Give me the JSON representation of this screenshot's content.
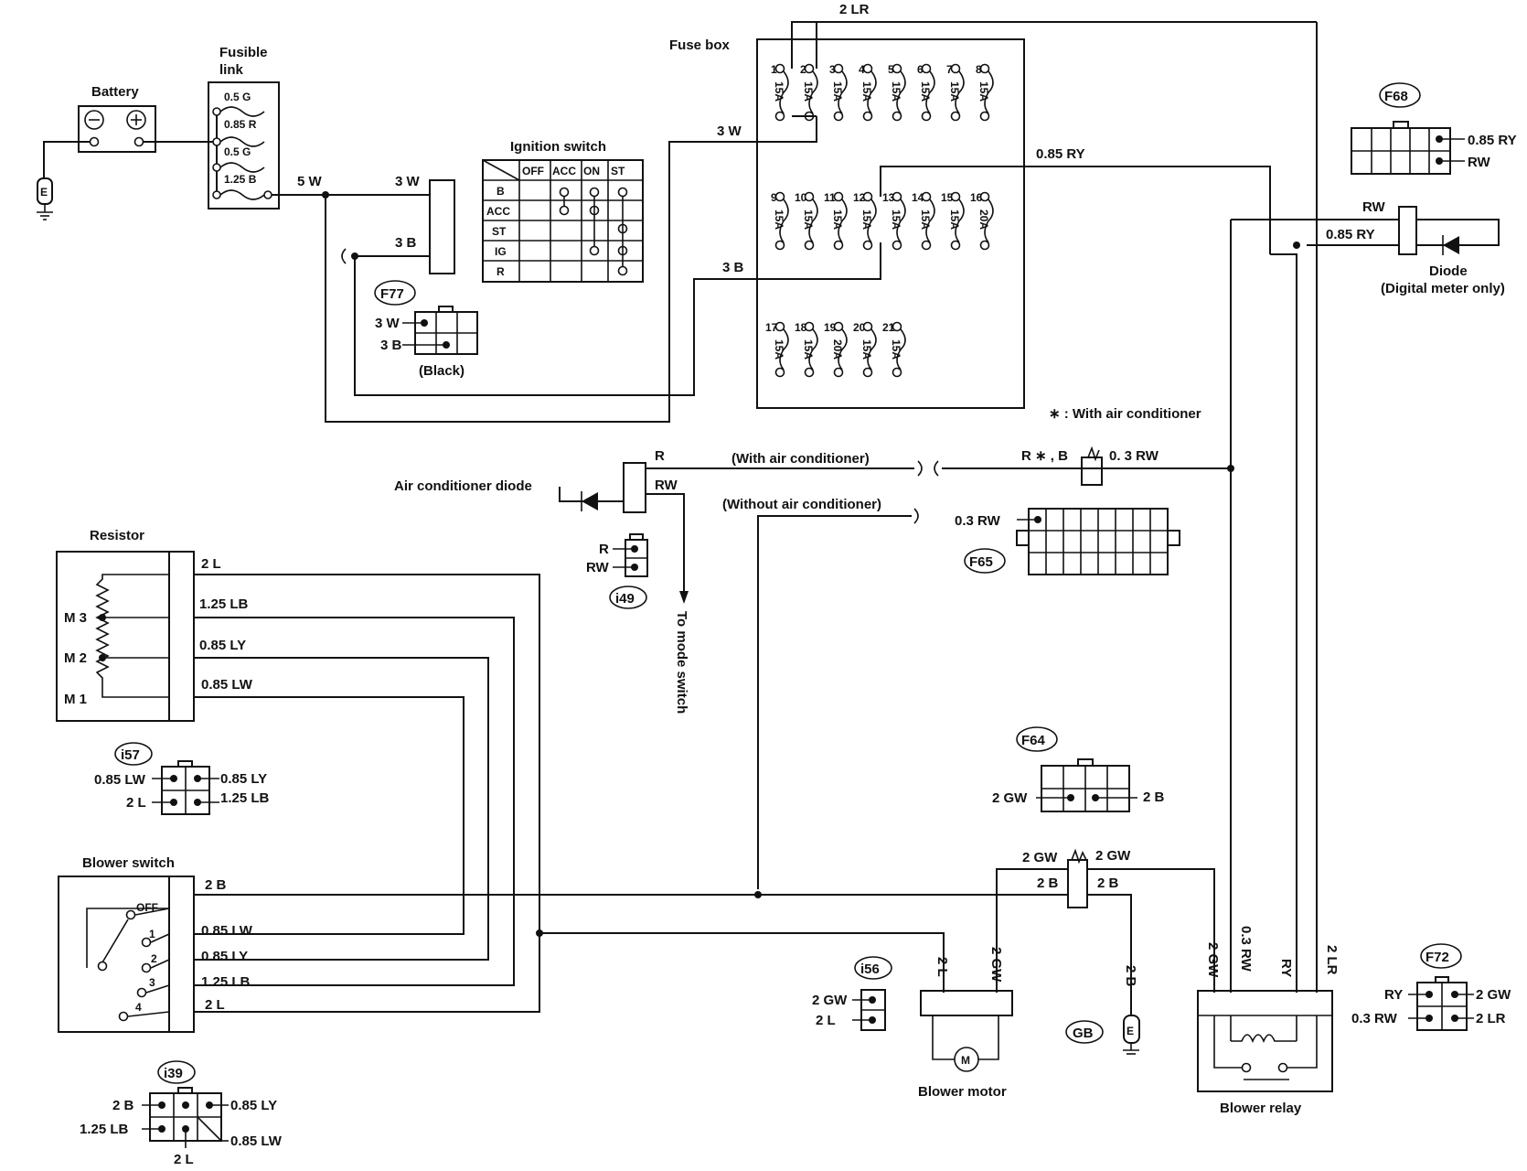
{
  "components": {
    "battery": "Battery",
    "fusible_link_line1": "Fusible",
    "fusible_link_line2": "link",
    "fuse_box": "Fuse box",
    "ignition_switch": "Ignition switch",
    "resistor": "Resistor",
    "blower_switch": "Blower switch",
    "blower_motor": "Blower motor",
    "blower_relay": "Blower relay",
    "diode": "Diode",
    "diode_note": "(Digital meter only)",
    "ac_diode": "Air conditioner diode",
    "to_mode_switch": "To mode switch",
    "with_ac_note": "∗ : With air conditioner",
    "with_ac": "(With air conditioner)",
    "without_ac": "(Without air conditioner)",
    "black": "(Black)"
  },
  "fusible_link_ratings": [
    "0.5 G",
    "0.85 R",
    "0.5 G",
    "1.25 B"
  ],
  "ignition_table": {
    "columns": [
      "OFF",
      "ACC",
      "ON",
      "ST"
    ],
    "rows": [
      "B",
      "ACC",
      "ST",
      "IG",
      "R"
    ]
  },
  "fuses": {
    "row1": [
      {
        "n": "1",
        "a": "15A"
      },
      {
        "n": "2",
        "a": "15A"
      },
      {
        "n": "3",
        "a": "15A"
      },
      {
        "n": "4",
        "a": "15A"
      },
      {
        "n": "5",
        "a": "15A"
      },
      {
        "n": "6",
        "a": "15A"
      },
      {
        "n": "7",
        "a": "15A"
      },
      {
        "n": "8",
        "a": "15A"
      }
    ],
    "row2": [
      {
        "n": "9",
        "a": "15A"
      },
      {
        "n": "10",
        "a": "15A"
      },
      {
        "n": "11",
        "a": "15A"
      },
      {
        "n": "12",
        "a": "15A"
      },
      {
        "n": "13",
        "a": "15A"
      },
      {
        "n": "14",
        "a": "15A"
      },
      {
        "n": "15",
        "a": "15A"
      },
      {
        "n": "16",
        "a": "20A"
      }
    ],
    "row3": [
      {
        "n": "17",
        "a": "15A"
      },
      {
        "n": "18",
        "a": "15A"
      },
      {
        "n": "19",
        "a": "20A"
      },
      {
        "n": "20",
        "a": "15A"
      },
      {
        "n": "21",
        "a": "15A"
      }
    ]
  },
  "connectors": {
    "F77": "F77",
    "F68": "F68",
    "F65": "F65",
    "F64": "F64",
    "F72": "F72",
    "i49": "i49",
    "i57": "i57",
    "i56": "i56",
    "i39": "i39",
    "GB": "GB"
  },
  "wires": {
    "w_2lr_top": "2 LR",
    "w_3w_fuse": "3 W",
    "w_085ry_fuse": "0.85 RY",
    "w_3b_fuse": "3 B",
    "w_5w": "5 W",
    "w_3w_ign": "3 W",
    "w_3b_ign": "3 B",
    "f77_3w": "3 W",
    "f77_3b": "3 B",
    "f68_085ry": "0.85 RY",
    "f68_rw": "RW",
    "rw_diode": "RW",
    "ry_diode": "0.85 RY",
    "ac_r": "R",
    "ac_rw": "RW",
    "i49_r": "R",
    "i49_rw": "RW",
    "rb_label": "R ∗ , B",
    "w_03rw": "0. 3 RW",
    "f65_03rw": "0.3 RW",
    "res_2l": "2 L",
    "res_125lb": "1.25 LB",
    "res_085ly": "0.85 LY",
    "res_085lw": "0.85 LW",
    "m3": "M 3",
    "m2": "M 2",
    "m1": "M 1",
    "i57_085lw": "0.85 LW",
    "i57_085ly": "0.85 LY",
    "i57_2l": "2 L",
    "i57_125lb": "1.25 LB",
    "f64_2gw": "2 GW",
    "f64_2b": "2 B",
    "bs_2b": "2 B",
    "bs_085lw": "0.85 LW",
    "bs_085ly": "0.85 LY",
    "bs_125lb": "1.25 LB",
    "bs_2l": "2 L",
    "bs_off": "OFF",
    "bs_1": "1",
    "bs_2": "2",
    "bs_3": "3",
    "bs_4": "4",
    "j_2gw_l": "2 GW",
    "j_2gw_r": "2 GW",
    "j_2b_l": "2 B",
    "j_2b_r": "2 B",
    "bm_2l": "2 L",
    "bm_2gw": "2 GW",
    "gnd_2b": "2 B",
    "br_2gw": "2 GW",
    "br_03rw": "0.3 RW",
    "br_ry": "RY",
    "br_2lr": "2 LR",
    "i56_2gw": "2 GW",
    "i56_2l": "2 L",
    "f72_ry": "RY",
    "f72_2gw": "2 GW",
    "f72_03rw": "0.3 RW",
    "f72_2lr": "2 LR",
    "i39_2b": "2 B",
    "i39_085ly": "0.85 LY",
    "i39_125lb": "1.25 LB",
    "i39_085lw": "0.85 LW",
    "i39_2l": "2 L"
  }
}
